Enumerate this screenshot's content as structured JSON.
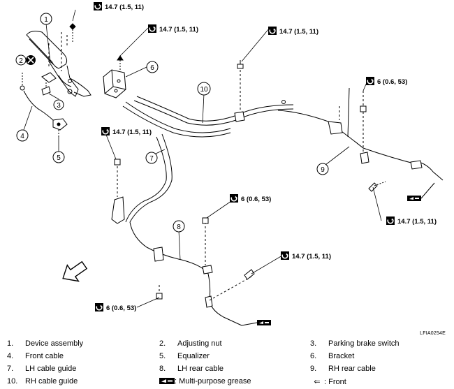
{
  "figure_id": "LFIA0254E",
  "torques": {
    "a": "14.7 (1.5, 11)",
    "b": "14.7 (1.5, 11)",
    "c": "14.7 (1.5, 11)",
    "d": "6 (0.6, 53)",
    "e": "14.7 (1.5, 11)",
    "f": "6 (0.6, 53)",
    "g": "14.7 (1.5, 11)",
    "h": "14.7 (1.5, 11)",
    "i": "6 (0.6, 53)"
  },
  "callouts": [
    "1",
    "2",
    "3",
    "4",
    "5",
    "6",
    "7",
    "8",
    "9",
    "10"
  ],
  "legend": {
    "items": [
      {
        "num": "1.",
        "label": "Device assembly"
      },
      {
        "num": "2.",
        "label": "Adjusting nut"
      },
      {
        "num": "3.",
        "label": "Parking brake switch"
      },
      {
        "num": "4.",
        "label": "Front cable"
      },
      {
        "num": "5.",
        "label": "Equalizer"
      },
      {
        "num": "6.",
        "label": "Bracket"
      },
      {
        "num": "7.",
        "label": "LH cable guide"
      },
      {
        "num": "8.",
        "label": "LH rear cable"
      },
      {
        "num": "9.",
        "label": "RH rear cable"
      },
      {
        "num": "10.",
        "label": "RH cable guide"
      }
    ],
    "grease_label": ": Multi-purpose grease",
    "front_arrow": "⇐",
    "front_label": ": Front"
  }
}
